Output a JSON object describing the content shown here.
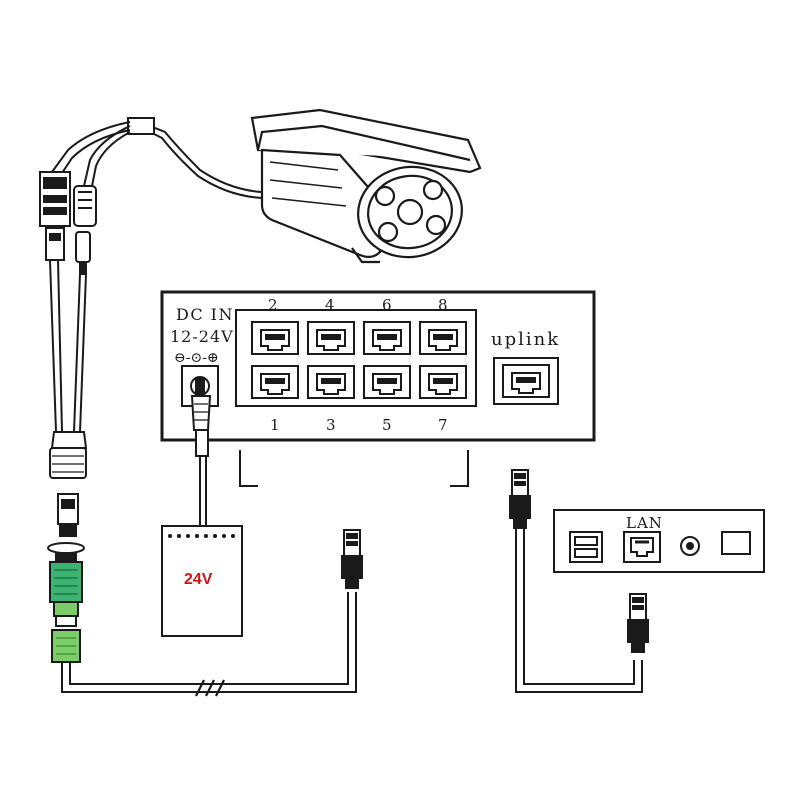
{
  "switch": {
    "dc_in_line1": "DC IN",
    "dc_in_line2": "12-24V",
    "polarity": "⊖-⊙-⊕",
    "uplink_label": "uplink",
    "top_port_numbers": [
      "2",
      "4",
      "6",
      "8"
    ],
    "bottom_port_numbers": [
      "1",
      "3",
      "5",
      "7"
    ]
  },
  "power_adapter": {
    "label": "24V",
    "label_color": "#d21414"
  },
  "router": {
    "lan_label": "LAN"
  },
  "colors": {
    "line": "#1a1a1a",
    "waterproof_cap": "#3cb371",
    "green_connector": "#7ccd6a"
  },
  "icons": [
    "ip-camera-icon",
    "rj45-plug-icon",
    "dc-barrel-plug-icon",
    "ethernet-port-icon",
    "usb-port-icon"
  ]
}
